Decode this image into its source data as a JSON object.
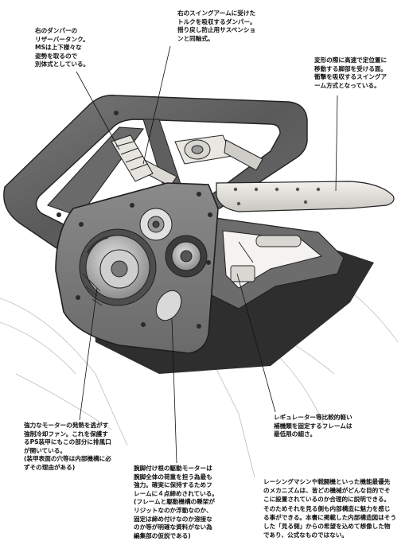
{
  "annotations": {
    "reservoir": {
      "lines": [
        "右のダンパーの",
        "リザーバータンク。",
        "MSは上下様々な",
        "姿勢を取るので",
        "別体式としている。"
      ]
    },
    "damper": {
      "lines": [
        "右のスイングアームに受けた",
        "トルクを吸収するダンパー。",
        "揺り戻し防止用サスペンショ",
        "ンと同軸式。"
      ]
    },
    "swingarm": {
      "lines": [
        "変形の際に高速で定位置に",
        "移動する脚部を受ける面。",
        "衝撃を吸収するスイングア",
        "ーム方式となっている。"
      ]
    },
    "fan": {
      "lines": [
        "強力なモーターの発熱を逃がす",
        "強制冷却ファン。これを保護す",
        "るPS装甲にもこの部分に排風口",
        "が開いている。",
        "(装甲表面の穴等は内部機構に必",
        "ずその理由がある)"
      ]
    },
    "regulator": {
      "lines": [
        "レギュレーター等比較的軽い",
        "補機類を固定するフレームは",
        "最低限の細さ。"
      ]
    },
    "motor": {
      "lines": [
        "腕脚付け根の駆動モーターは",
        "腕脚全体の荷重を担う為最も",
        "強力。確実に保持するためフ",
        "レームに４点締めされている。",
        "(フレームと駆動機構の懸架が",
        "リジットなのか浮動なのか、",
        "固定は締め付けなのか溶接な",
        "のか等が明確な資料がない為",
        "編集部の仮説である)"
      ]
    },
    "disclaimer": {
      "lines": [
        "レーシングマシンや戦闘機といった機能最優先",
        "のメカニズムは、皆どの機械がどんな目的でそ",
        "こに設置されているのか合理的に説明できる。",
        "そのためそれを見る側も内部構造に魅力を感じ",
        "る事ができる。本書に掲載した内部構造図はそう",
        "した「見る側」からの希望を込めて想像した物",
        "であり、公式なものではない。"
      ]
    }
  }
}
